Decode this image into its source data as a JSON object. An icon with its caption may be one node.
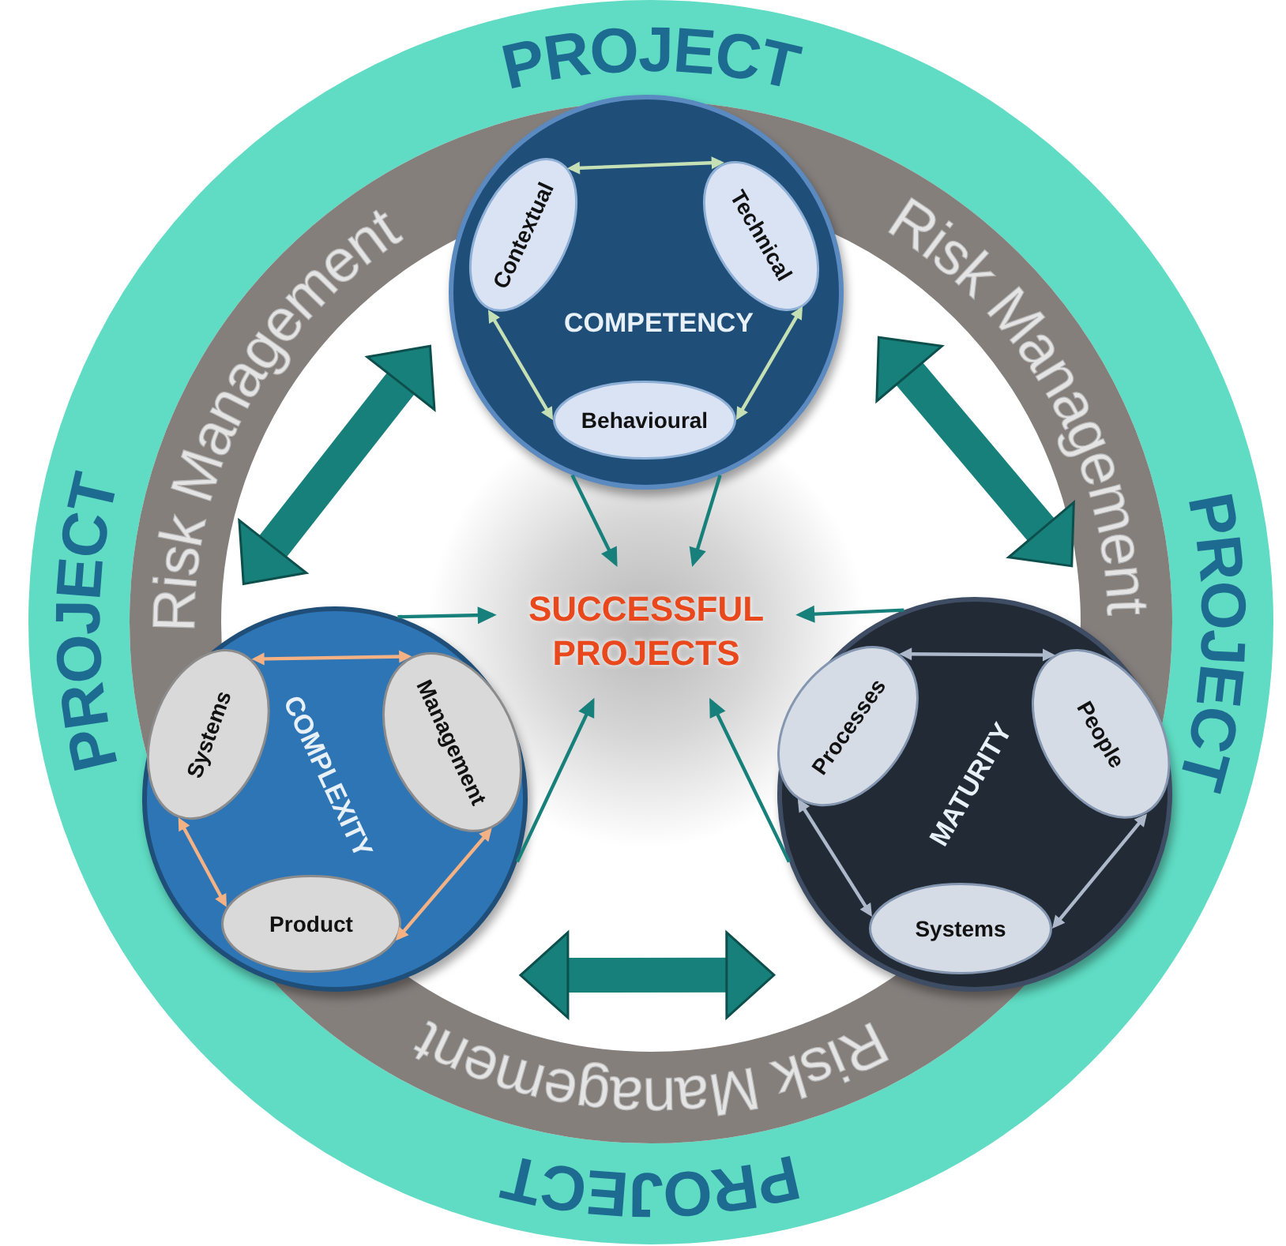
{
  "diagram": {
    "nodes": [
      {
        "text": [
          "PROJECT",
          "PROJECT",
          "PROJECT",
          "PROJECT"
        ]
      },
      {
        "text": [
          "Risk Management",
          "Risk Management",
          "Risk Management"
        ],
        "in": 0
      },
      {
        "text": [
          "SUCCESSFUL PROJECTS"
        ],
        "in": 1
      },
      {
        "text": [
          "COMPETENCY"
        ],
        "in": 1
      },
      {
        "text": [
          "Contextual"
        ],
        "in": 3
      },
      {
        "text": [
          "Technical"
        ],
        "in": 3
      },
      {
        "text": [
          "Behavioural"
        ],
        "in": 3
      },
      {
        "text": [
          "COMPLEXITY"
        ],
        "in": 1
      },
      {
        "text": [
          "Systems"
        ],
        "in": 7
      },
      {
        "text": [
          "Management"
        ],
        "in": 7
      },
      {
        "text": [
          "Product"
        ],
        "in": 7
      },
      {
        "text": [
          "MATURITY"
        ],
        "in": 1
      },
      {
        "text": [
          "Processes"
        ],
        "in": 11
      },
      {
        "text": [
          "People"
        ],
        "in": 11
      },
      {
        "text": [
          "Systems"
        ],
        "in": 11
      }
    ],
    "edges": [
      {
        "from": 3,
        "to": 7,
        "arrow": "both",
        "style": "thick"
      },
      {
        "from": 3,
        "to": 11,
        "arrow": "both",
        "style": "thick"
      },
      {
        "from": 7,
        "to": 11,
        "arrow": "both",
        "style": "thick"
      },
      {
        "from": 3,
        "to": 2,
        "arrow": "to"
      },
      {
        "from": 3,
        "to": 2,
        "arrow": "to"
      },
      {
        "from": 7,
        "to": 2,
        "arrow": "to"
      },
      {
        "from": 7,
        "to": 2,
        "arrow": "to"
      },
      {
        "from": 11,
        "to": 2,
        "arrow": "to"
      },
      {
        "from": 11,
        "to": 2,
        "arrow": "to"
      },
      {
        "from": 4,
        "to": 5,
        "arrow": "both",
        "color": "#c5e0b4"
      },
      {
        "from": 4,
        "to": 6,
        "arrow": "both",
        "color": "#c5e0b4"
      },
      {
        "from": 5,
        "to": 6,
        "arrow": "both",
        "color": "#c5e0b4"
      },
      {
        "from": 8,
        "to": 9,
        "arrow": "both",
        "color": "#f4b183"
      },
      {
        "from": 8,
        "to": 10,
        "arrow": "both",
        "color": "#f4b183"
      },
      {
        "from": 9,
        "to": 10,
        "arrow": "both",
        "color": "#f4b183"
      },
      {
        "from": 12,
        "to": 13,
        "arrow": "both",
        "color": "#adb9ca"
      },
      {
        "from": 12,
        "to": 14,
        "arrow": "both",
        "color": "#adb9ca"
      },
      {
        "from": 13,
        "to": 14,
        "arrow": "both",
        "color": "#adb9ca"
      }
    ]
  }
}
